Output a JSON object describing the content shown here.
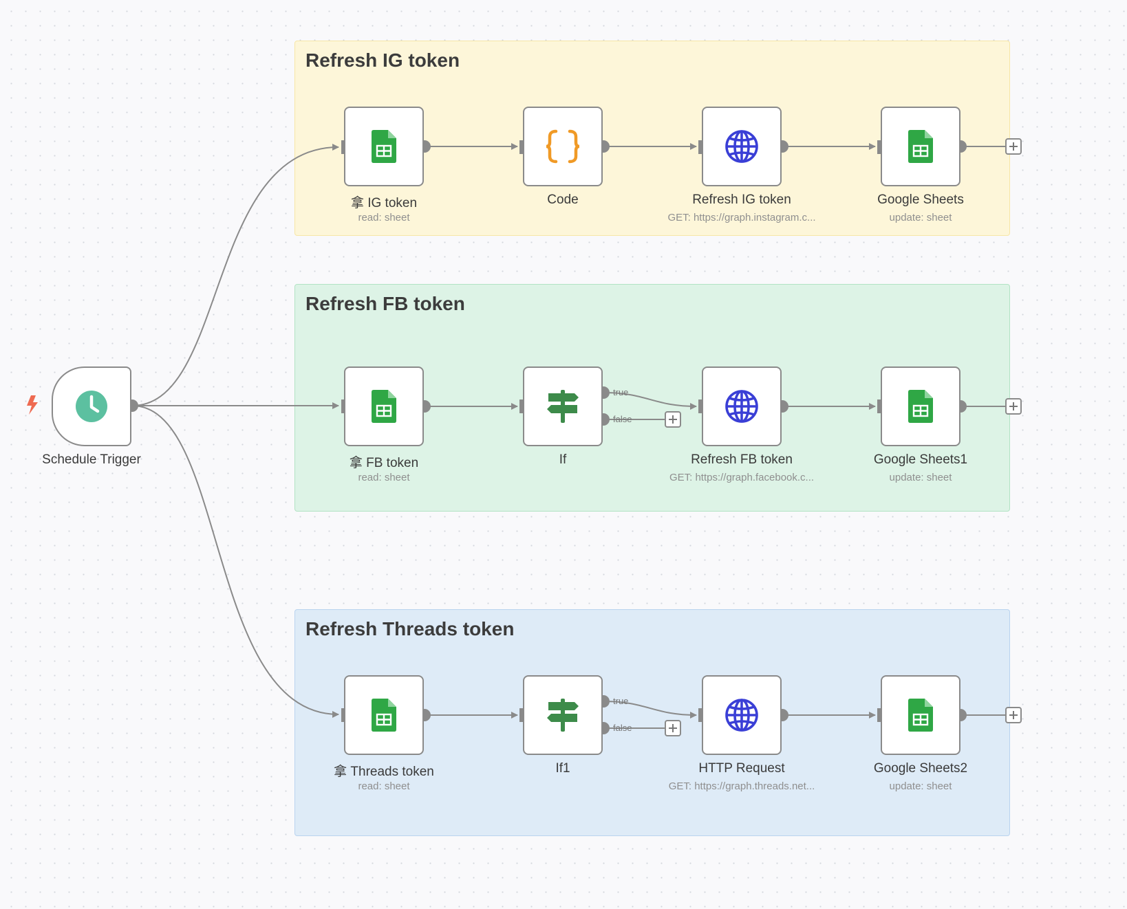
{
  "colors": {
    "group_ig_bg": "#fdf6d9",
    "group_ig_border": "#f7e6a6",
    "group_fb_bg": "#ddf3e6",
    "group_fb_border": "#b2e3c4",
    "group_threads_bg": "#deebf7",
    "group_threads_border": "#b9d3ef",
    "sheets_green": "#2fa745",
    "code_orange": "#f09a26",
    "http_blue": "#3a3fd6",
    "if_green": "#3d8b4a",
    "trigger_teal": "#5cc0a0",
    "bolt_red": "#ee6a51",
    "edge_gray": "#8a8a8a"
  },
  "groups": {
    "ig": {
      "title": "Refresh IG token"
    },
    "fb": {
      "title": "Refresh FB token"
    },
    "threads": {
      "title": "Refresh Threads token"
    }
  },
  "trigger": {
    "label": "Schedule Trigger",
    "icon": "clock-icon"
  },
  "nodes": {
    "ig_get": {
      "label": "拿 IG token",
      "sub": "read: sheet",
      "icon": "google-sheets-icon"
    },
    "ig_code": {
      "label": "Code",
      "icon": "code-braces-icon"
    },
    "ig_refresh": {
      "label": "Refresh IG token",
      "sub": "GET: https://graph.instagram.c...",
      "icon": "globe-icon"
    },
    "ig_sheets": {
      "label": "Google Sheets",
      "sub": "update: sheet",
      "icon": "google-sheets-icon"
    },
    "fb_get": {
      "label": "拿 FB token",
      "sub": "read: sheet",
      "icon": "google-sheets-icon"
    },
    "fb_if": {
      "label": "If",
      "icon": "signpost-icon"
    },
    "fb_refresh": {
      "label": "Refresh FB token",
      "sub": "GET: https://graph.facebook.c...",
      "icon": "globe-icon"
    },
    "fb_sheets": {
      "label": "Google Sheets1",
      "sub": "update: sheet",
      "icon": "google-sheets-icon"
    },
    "th_get": {
      "label": "拿 Threads token",
      "sub": "read: sheet",
      "icon": "google-sheets-icon"
    },
    "th_if": {
      "label": "If1",
      "icon": "signpost-icon"
    },
    "th_http": {
      "label": "HTTP Request",
      "sub": "GET: https://graph.threads.net...",
      "icon": "globe-icon"
    },
    "th_sheets": {
      "label": "Google Sheets2",
      "sub": "update: sheet",
      "icon": "google-sheets-icon"
    }
  },
  "branches": {
    "true_label": "true",
    "false_label": "false"
  }
}
